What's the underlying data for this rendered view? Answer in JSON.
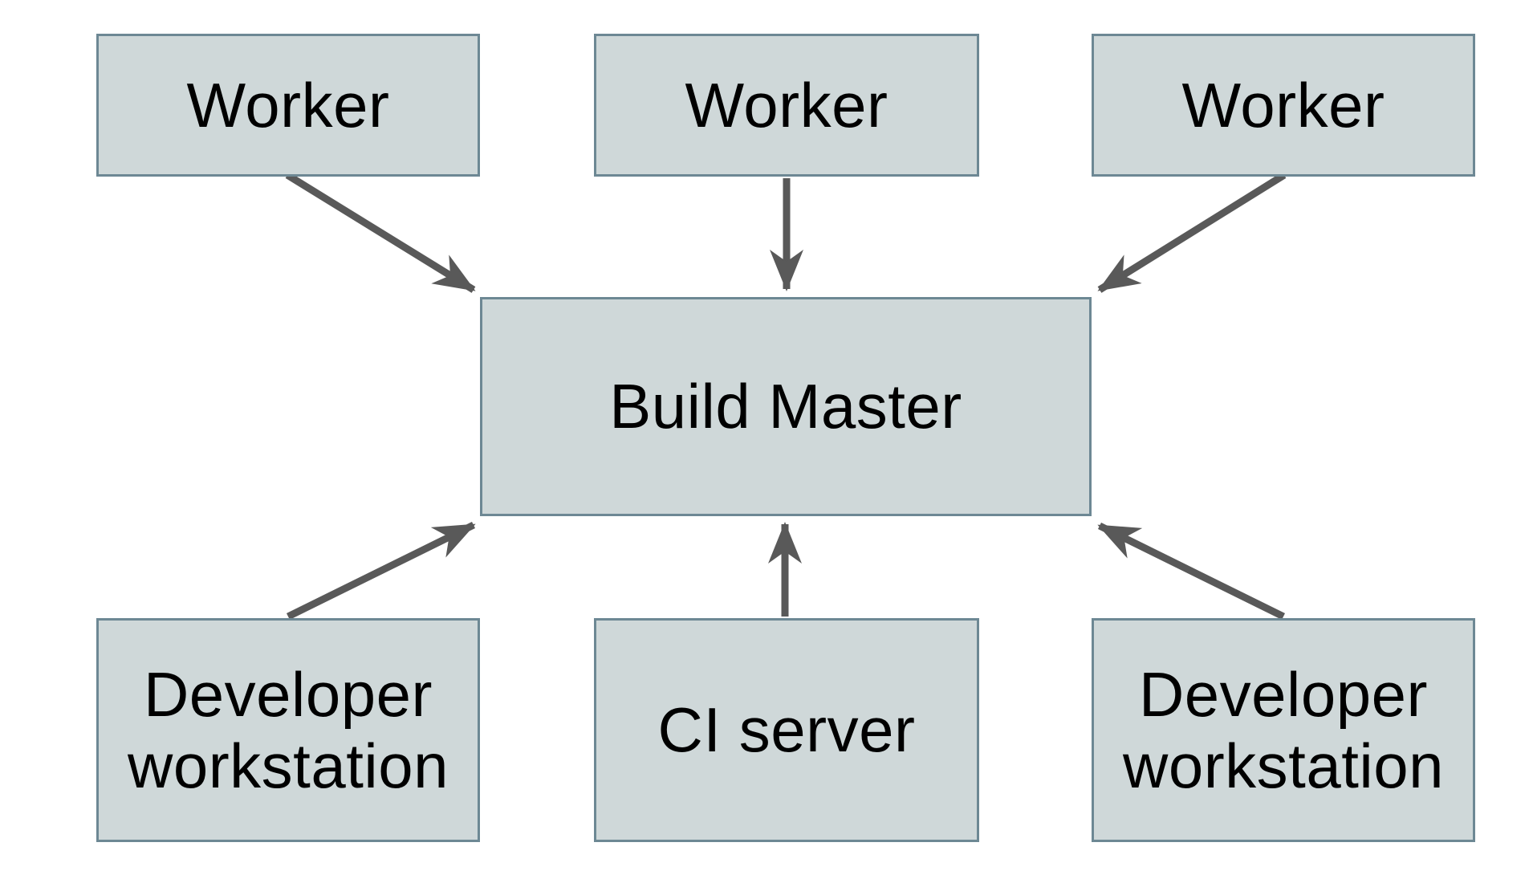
{
  "diagram": {
    "type": "architecture-diagram",
    "nodes": {
      "worker_top_left": {
        "label": "Worker"
      },
      "worker_top_center": {
        "label": "Worker"
      },
      "worker_top_right": {
        "label": "Worker"
      },
      "build_master": {
        "label": "Build Master"
      },
      "developer_workstation_left": {
        "label": "Developer workstation"
      },
      "ci_server": {
        "label": "CI server"
      },
      "developer_workstation_right": {
        "label": "Developer workstation"
      }
    },
    "edges": [
      {
        "from": "worker_top_left",
        "to": "build_master"
      },
      {
        "from": "worker_top_center",
        "to": "build_master"
      },
      {
        "from": "worker_top_right",
        "to": "build_master"
      },
      {
        "from": "developer_workstation_left",
        "to": "build_master"
      },
      {
        "from": "ci_server",
        "to": "build_master"
      },
      {
        "from": "developer_workstation_right",
        "to": "build_master"
      }
    ],
    "colors": {
      "node_fill": "#cfd8d9",
      "node_border": "#6d8894",
      "arrow": "#595959",
      "text": "#000000",
      "background": "#ffffff"
    }
  }
}
